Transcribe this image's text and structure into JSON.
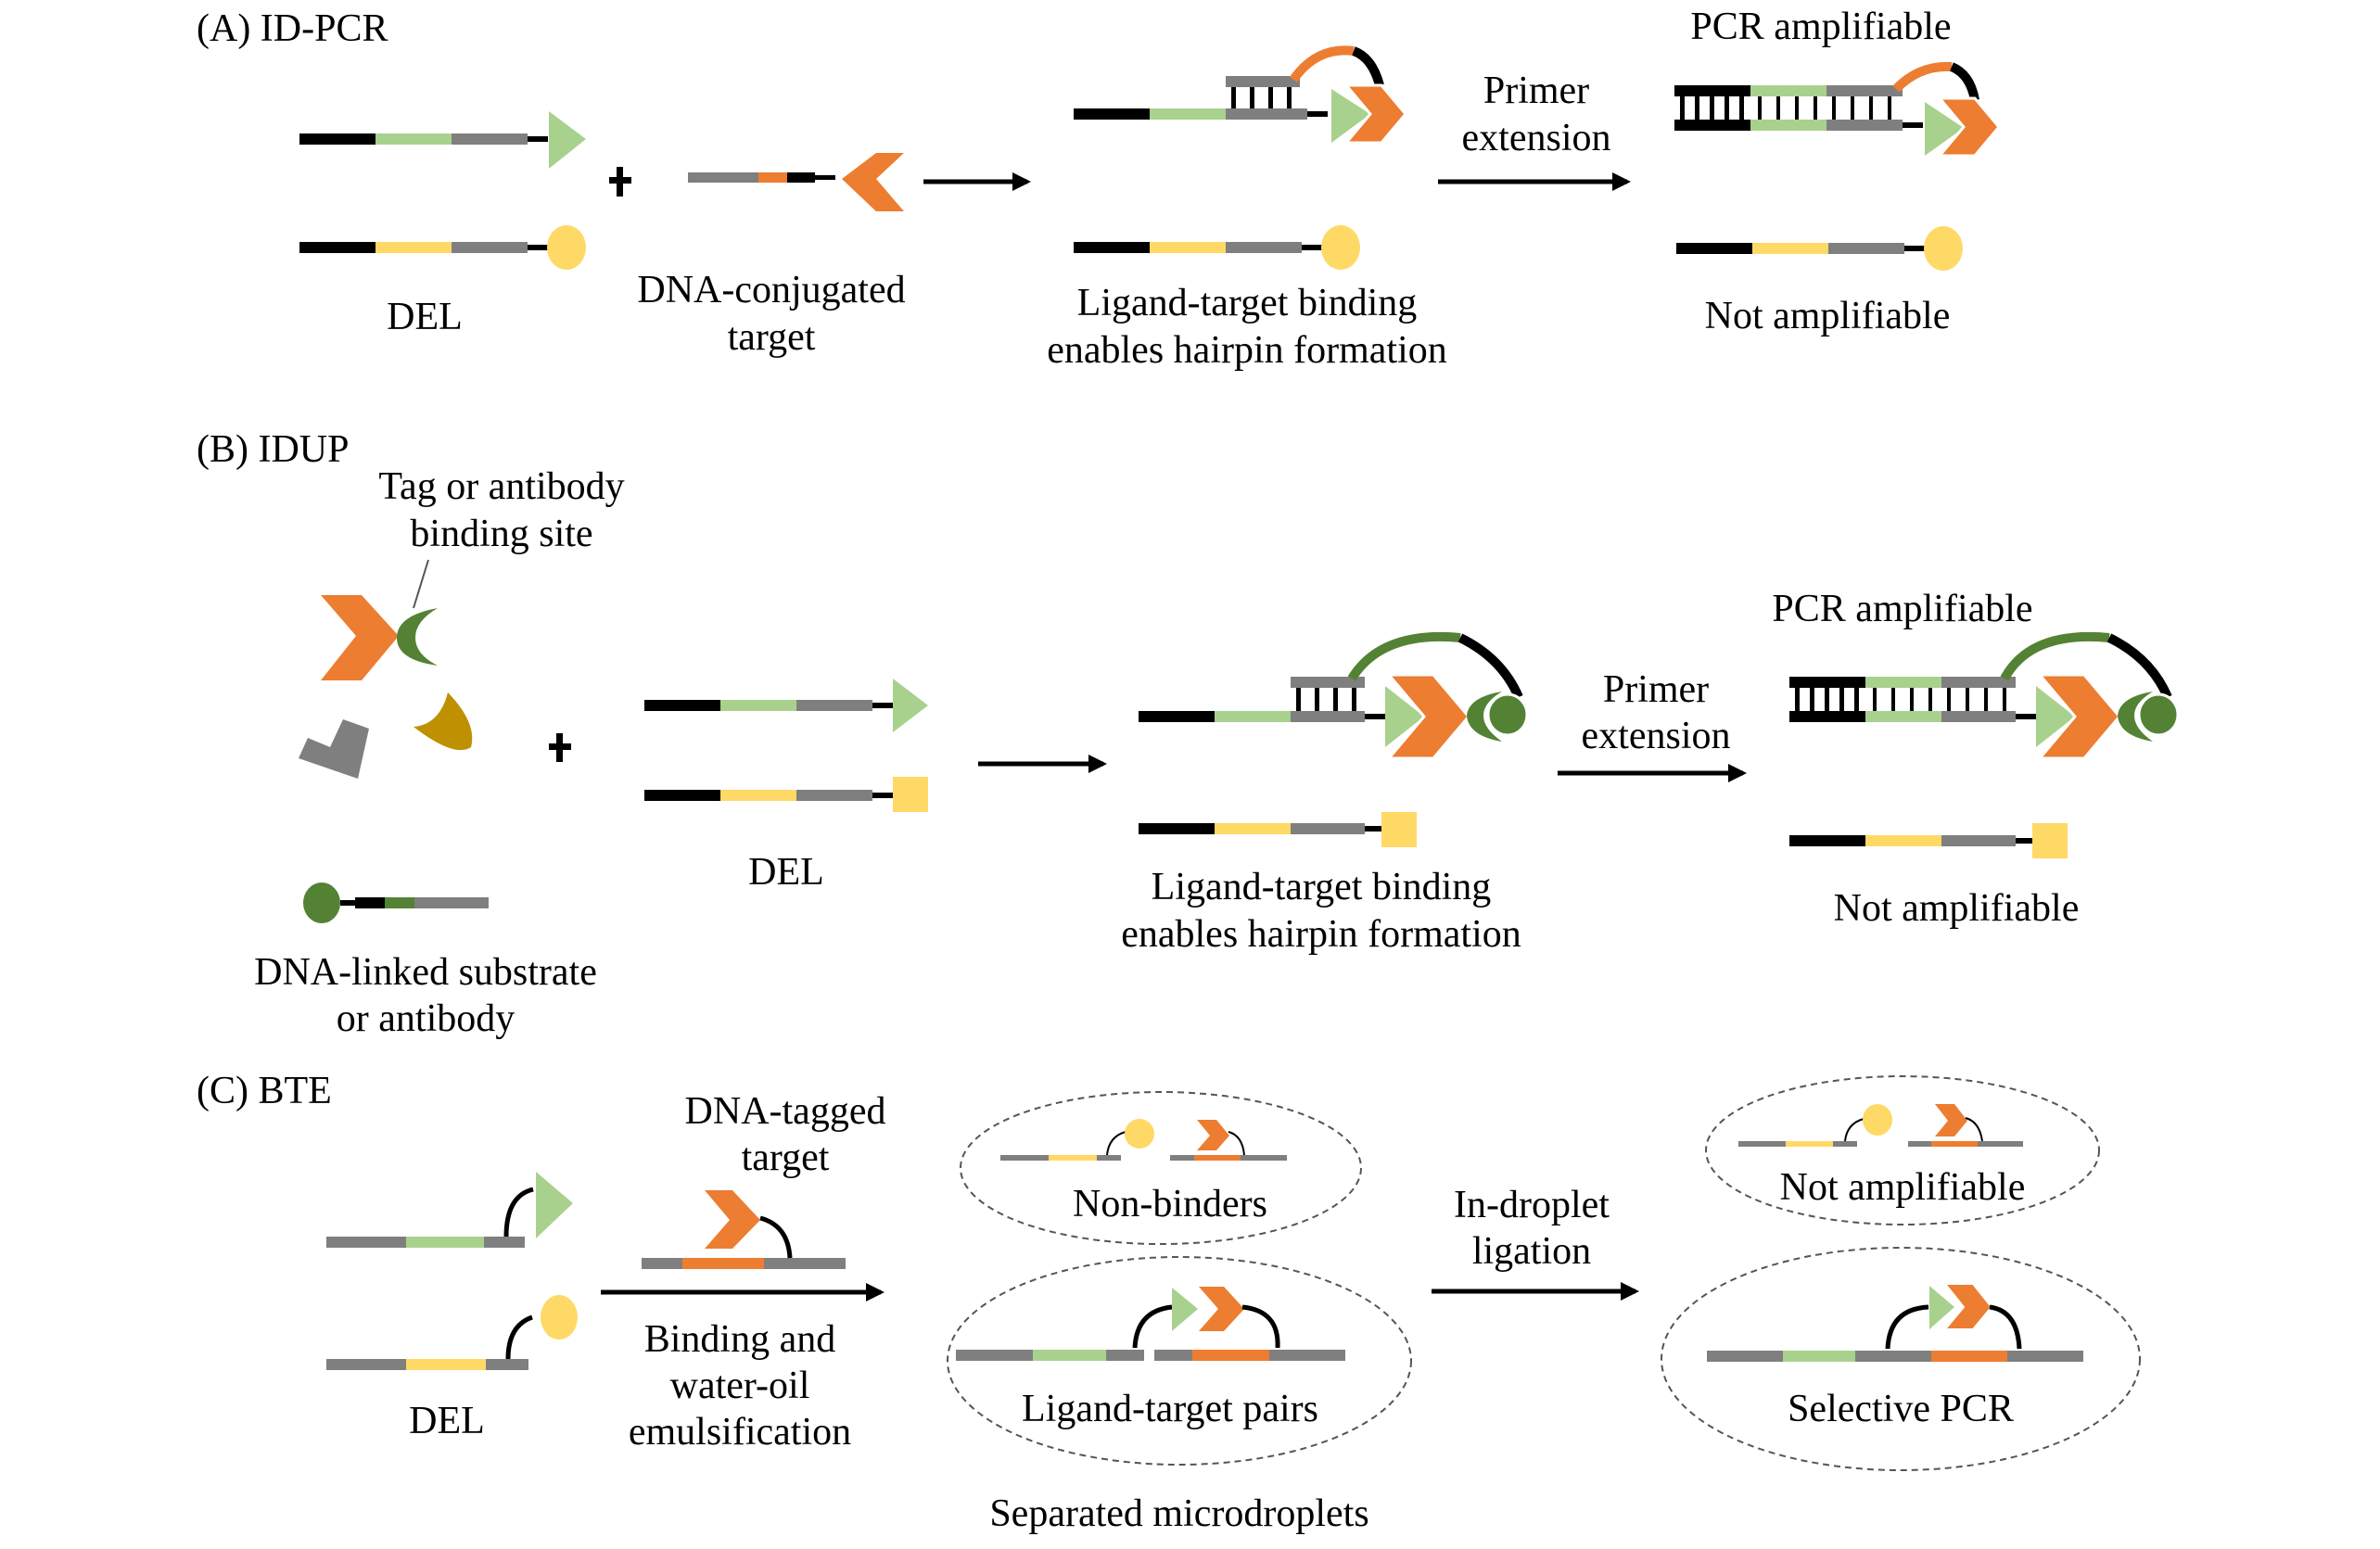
{
  "colors": {
    "black": "#000000",
    "gray": "#7f7f7f",
    "light_green": "#a9d18e",
    "yellow": "#ffd966",
    "orange": "#ed7d31",
    "dark_green": "#548235",
    "mustard": "#bf9000",
    "dashed_outline": "#555555"
  },
  "panel_a": {
    "title": "(A) ID-PCR",
    "del_label": "DEL",
    "plus": "+",
    "target_label_1": "DNA-conjugated",
    "target_label_2": "target",
    "hairpin_label_1": "Ligand-target binding",
    "hairpin_label_2": "enables hairpin formation",
    "arrow_label_1": "Primer",
    "arrow_label_2": "extension",
    "result_top": "PCR amplifiable",
    "result_bottom": "Not amplifiable"
  },
  "panel_b": {
    "title": "(B) IDUP",
    "binding_site_label_1": "Tag or antibody",
    "binding_site_label_2": "binding site",
    "plus": "+",
    "del_label": "DEL",
    "substrate_label_1": "DNA-linked substrate",
    "substrate_label_2": "or antibody",
    "hairpin_label_1": "Ligand-target binding",
    "hairpin_label_2": "enables hairpin formation",
    "arrow_label_1": "Primer",
    "arrow_label_2": "extension",
    "result_top": "PCR amplifiable",
    "result_bottom": "Not amplifiable"
  },
  "panel_c": {
    "title": "(C) BTE",
    "del_label": "DEL",
    "target_label_1": "DNA-tagged",
    "target_label_2": "target",
    "arrow1_label_1": "Binding and",
    "arrow1_label_2": "water-oil",
    "arrow1_label_3": "emulsification",
    "droplet_top_label": "Non-binders",
    "droplet_bottom_label": "Ligand-target pairs",
    "droplets_caption": "Separated microdroplets",
    "arrow2_label_1": "In-droplet",
    "arrow2_label_2": "ligation",
    "result_top_label": "Not amplifiable",
    "result_bottom_label": "Selective PCR"
  }
}
